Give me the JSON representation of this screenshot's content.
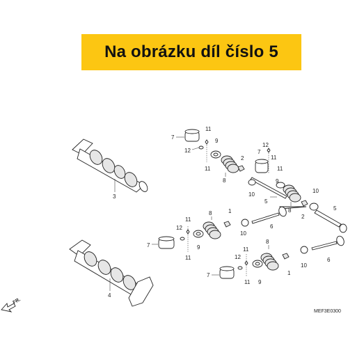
{
  "banner": {
    "text": "Na obrázku díl číslo 5"
  },
  "labels": {
    "p1a": "1",
    "p1b": "1",
    "p2a": "2",
    "p2b": "2",
    "p3": "3",
    "p4": "4",
    "p5a": "5",
    "p5b": "5",
    "p6a": "6",
    "p6b": "6",
    "p7a": "7",
    "p7b": "7",
    "p7c": "7",
    "p7d": "7",
    "p8a": "8",
    "p8b": "8",
    "p8c": "8",
    "p8d": "8",
    "p9a": "9",
    "p9b": "9",
    "p9c": "9",
    "p9d": "9",
    "p10a": "10",
    "p10b": "10",
    "p10c": "10",
    "p10d": "10",
    "p11a": "11",
    "p11b": "11",
    "p11c": "11",
    "p11d": "11",
    "p11e": "11",
    "p11f": "11",
    "p11g": "11",
    "p11h": "11",
    "p12a": "12",
    "p12b": "12",
    "p12c": "12",
    "p12d": "12"
  },
  "front_marker": "FR.",
  "diagram_code": "MEF3E0300",
  "colors": {
    "banner": "#fcc612",
    "line": "#222222"
  }
}
